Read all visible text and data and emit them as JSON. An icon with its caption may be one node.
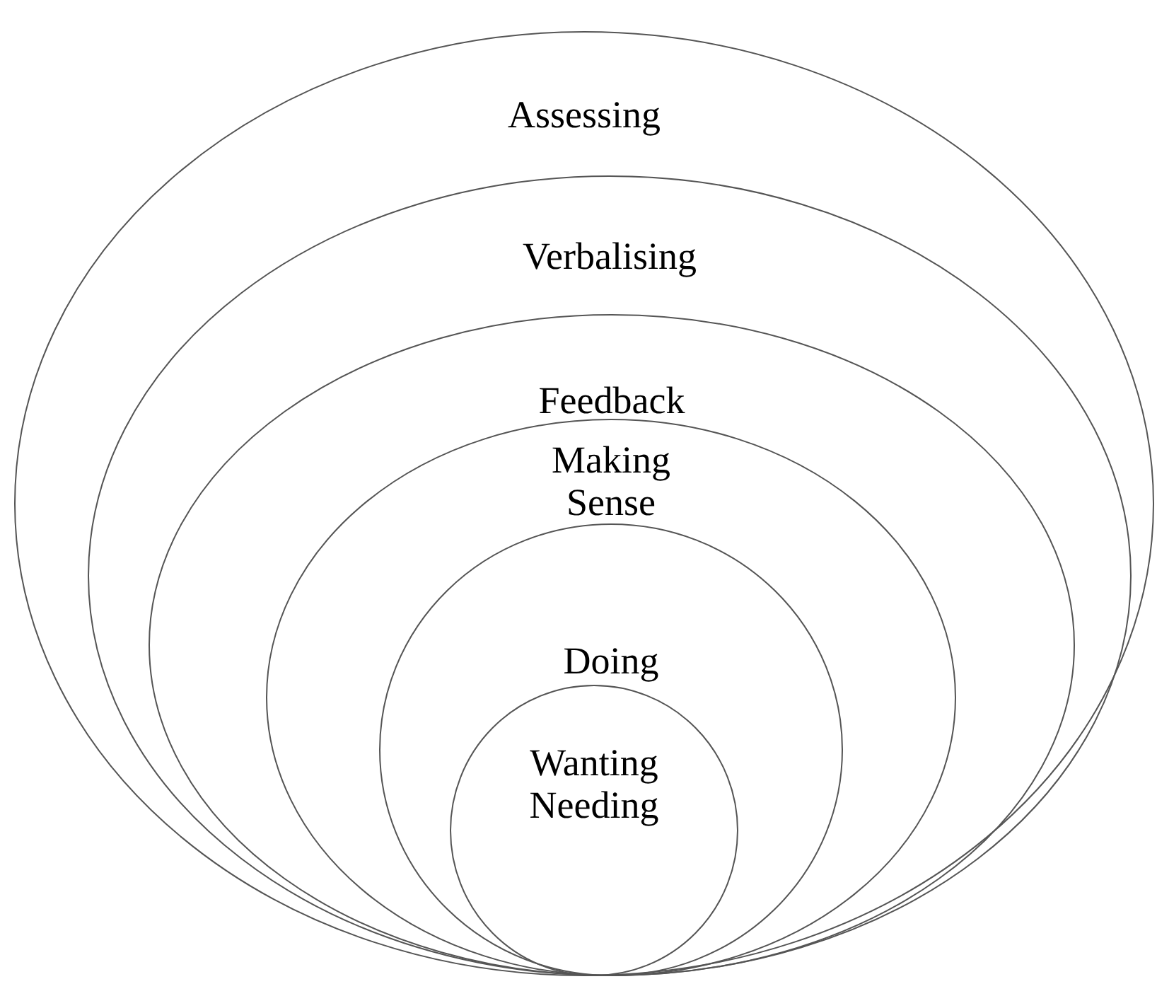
{
  "diagram": {
    "nodes": [
      {
        "text": [
          "Assessing"
        ]
      },
      {
        "text": [
          "Verbalising"
        ],
        "in": 0
      },
      {
        "text": [
          "Feedback"
        ],
        "in": 1
      },
      {
        "text": [
          "Making Sense"
        ],
        "in": 2
      },
      {
        "text": [
          "Doing"
        ],
        "in": 3
      },
      {
        "text": [
          "Wanting Needing"
        ],
        "in": 4
      }
    ]
  }
}
